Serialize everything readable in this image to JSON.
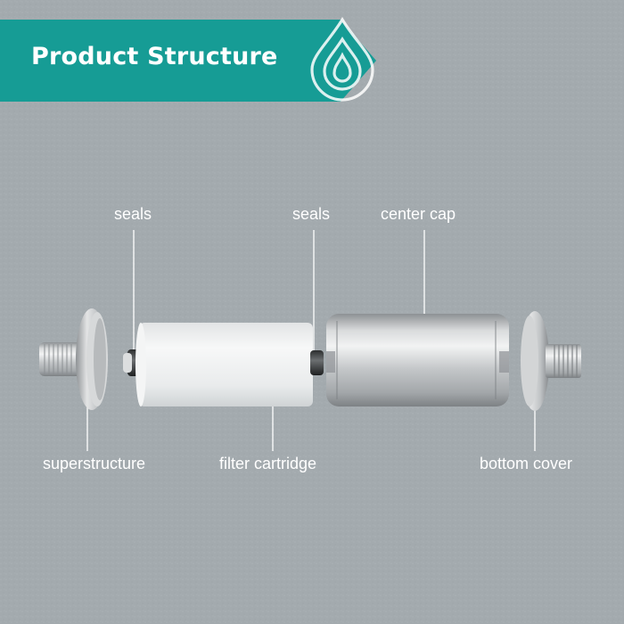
{
  "header": {
    "title": "Product Structure",
    "banner_color": "#169c95",
    "logo_icon": "water-drop-icon"
  },
  "labels": {
    "seals_left": "seals",
    "seals_right": "seals",
    "center_cap": "center cap",
    "superstructure": "superstructure",
    "filter_cartridge": "filter cartridge",
    "bottom_cover": "bottom cover"
  },
  "colors": {
    "background": "#a3aaae",
    "label_text": "#ffffff",
    "metal": "#c8cbcd",
    "cartridge": "#eeefef"
  }
}
